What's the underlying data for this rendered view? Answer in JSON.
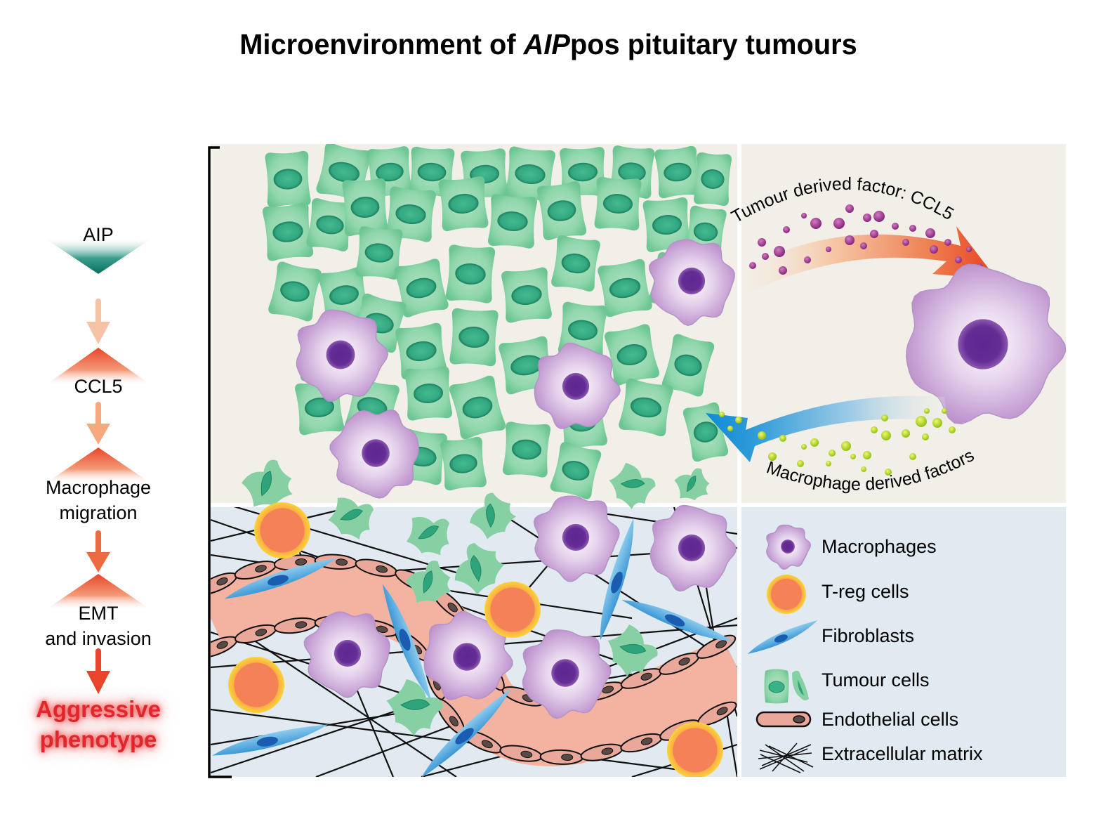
{
  "title": {
    "prefix": "Microenvironment of ",
    "italic": "AIP",
    "suffix": "pos pituitary tumours"
  },
  "flow": {
    "steps": [
      {
        "label": "AIP",
        "shape": "down-triangle",
        "color": "#0e7a6b"
      },
      {
        "label": "CCL5",
        "shape": "up-triangle",
        "color": "#e8532a"
      },
      {
        "label_line1": "Macrophage",
        "label_line2": "migration",
        "shape": "up-triangle",
        "color": "#e8532a"
      },
      {
        "label_line1": "EMT",
        "label_line2": "and invasion",
        "shape": "up-triangle",
        "color": "#e8532a"
      }
    ],
    "outcome_line1": "Aggressive",
    "outcome_line2": "phenotype",
    "outcome_color": "#e0272c",
    "arrow_colors": [
      "#f7c3a5",
      "#f6a87f",
      "#ec6a3f",
      "#e8452a"
    ]
  },
  "scene": {
    "top_bg": "#f2efe8",
    "bottom_bg": "#e1e9f1",
    "arrow_tumour_label": "Tumour derived factor: CCL5",
    "arrow_macrophage_label": "Macrophage derived factors",
    "colors": {
      "tumour_cell": "#7fcf9f",
      "tumour_nucleus": "#2ea47c",
      "macrophage": "#c9a3d6",
      "macrophage_nucleus": "#5c2a8c",
      "treg_outer": "#f8c62a",
      "treg_inner": "#f27f56",
      "fibroblast": "#4aa5dc",
      "fibroblast_nucleus": "#1456a8",
      "endothelial": "#f4b4a2",
      "ccl5_particle": "#9b3a8a",
      "macrophage_particle": "#b7d40f"
    }
  },
  "legend": {
    "items": [
      {
        "icon": "macrophage-icon",
        "label": "Macrophages"
      },
      {
        "icon": "treg-cell-icon",
        "label": "T-reg cells"
      },
      {
        "icon": "fibroblast-icon",
        "label": "Fibroblasts"
      },
      {
        "icon": "tumour-cell-icon",
        "label": "Tumour cells"
      },
      {
        "icon": "endothelial-cell-icon",
        "label": "Endothelial cells"
      },
      {
        "icon": "extracellular-matrix-icon",
        "label": "Extracellular matrix"
      }
    ]
  }
}
